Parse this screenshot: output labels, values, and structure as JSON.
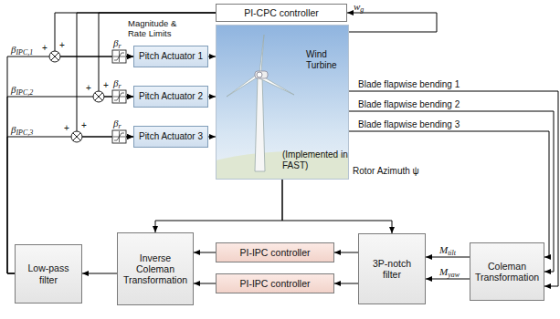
{
  "diagram": {
    "nodes": [
      {
        "text": [
          "PI-CPC controller"
        ]
      },
      {
        "text": [
          "Pitch Actuator 1"
        ]
      },
      {
        "text": [
          "Pitch Actuator 2"
        ]
      },
      {
        "text": [
          "Pitch Actuator 3"
        ]
      },
      {
        "text": [
          "Wind Turbine",
          "(Implemented in FAST)"
        ]
      },
      {
        "text": [
          "Low-pass filter"
        ]
      },
      {
        "text": [
          "Inverse Coleman Transformation"
        ]
      },
      {
        "text": [
          "PI-IPC controller"
        ]
      },
      {
        "text": [
          "PI-IPC controller"
        ]
      },
      {
        "text": [
          "3P-notch filter"
        ]
      },
      {
        "text": [
          "Coleman Transformation"
        ]
      }
    ],
    "edges": [
      {
        "from": 4,
        "to": 0,
        "arrow": "to",
        "label": "wg"
      },
      {
        "from": 0,
        "to": 1,
        "arrow": "to"
      },
      {
        "from": 0,
        "to": 2,
        "arrow": "to"
      },
      {
        "from": 0,
        "to": 3,
        "arrow": "to"
      },
      {
        "from": 1,
        "to": 4,
        "arrow": "to"
      },
      {
        "from": 2,
        "to": 4,
        "arrow": "to"
      },
      {
        "from": 3,
        "to": 4,
        "arrow": "to"
      },
      {
        "from": 4,
        "to": 10,
        "arrow": "to",
        "label": "Blade flapwise bending 1"
      },
      {
        "from": 4,
        "to": 10,
        "arrow": "to",
        "label": "Blade flapwise bending 2"
      },
      {
        "from": 4,
        "to": 10,
        "arrow": "to",
        "label": "Blade flapwise bending 3"
      },
      {
        "from": 4,
        "to": 9,
        "arrow": "to",
        "label": "Rotor Azimuth ψ"
      },
      {
        "from": 4,
        "to": 6,
        "arrow": "to"
      },
      {
        "from": 10,
        "to": 9,
        "arrow": "to",
        "label": "Mtilt"
      },
      {
        "from": 10,
        "to": 9,
        "arrow": "to",
        "label": "Myaw"
      },
      {
        "from": 9,
        "to": 7,
        "arrow": "to"
      },
      {
        "from": 9,
        "to": 8,
        "arrow": "to"
      },
      {
        "from": 7,
        "to": 6,
        "arrow": "to"
      },
      {
        "from": 8,
        "to": 6,
        "arrow": "to"
      },
      {
        "from": 6,
        "to": 5,
        "arrow": "to"
      },
      {
        "from": 5,
        "to": 1,
        "arrow": "to",
        "label": "βIPC,1"
      },
      {
        "from": 5,
        "to": 2,
        "arrow": "to",
        "label": "βIPC,2"
      },
      {
        "from": 5,
        "to": 3,
        "arrow": "to",
        "label": "βIPC,3"
      }
    ],
    "labels": [
      "Magnitude & Rate Limits",
      "βr",
      "βr",
      "βr",
      "+",
      "+",
      "+",
      "+",
      "+",
      "+"
    ]
  }
}
